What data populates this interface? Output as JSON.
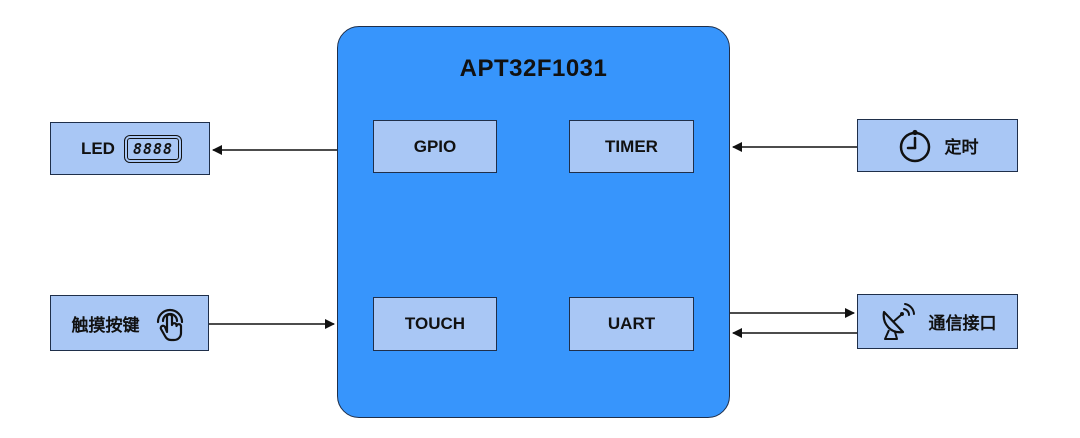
{
  "chip": {
    "title": "APT32F1031"
  },
  "modules": {
    "gpio": "GPIO",
    "timer": "TIMER",
    "touch": "TOUCH",
    "uart": "UART"
  },
  "peripherals": {
    "led": {
      "label": "LED",
      "display": "8888",
      "icon": "seven-segment-display-icon"
    },
    "timing": {
      "label": "定时",
      "icon": "clock-icon"
    },
    "touch_key": {
      "label": "触摸按键",
      "icon": "touch-finger-icon"
    },
    "comm": {
      "label": "通信接口",
      "icon": "satellite-dish-icon"
    }
  },
  "colors": {
    "chip_fill": "#3795fc",
    "module_fill": "#a9c7f5",
    "border": "#1f2f4a",
    "wire": "#111111"
  }
}
